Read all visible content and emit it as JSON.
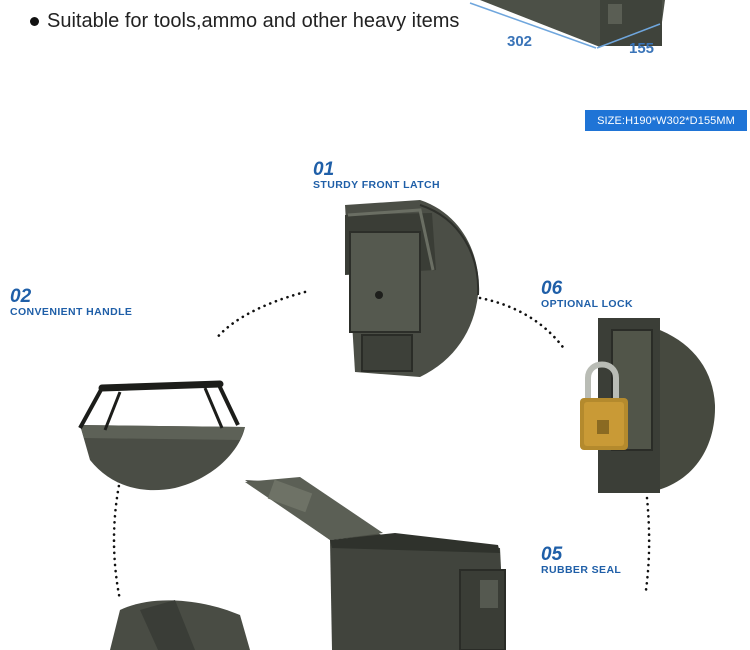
{
  "intro": {
    "bullet_text": "Suitable for tools,ammo and other heavy items"
  },
  "dimensions": {
    "width_label": "302",
    "depth_label": "155"
  },
  "size_badge": "SIZE:H190*W302*D155MM",
  "features": [
    {
      "number": "01",
      "label": "STURDY FRONT LATCH"
    },
    {
      "number": "02",
      "label": "CONVENIENT HANDLE"
    },
    {
      "number": "06",
      "label": "OPTIONAL LOCK"
    },
    {
      "number": "05",
      "label": "RUBBER SEAL"
    }
  ],
  "colors": {
    "accent_blue": "#1f5fa8",
    "badge_blue": "#1f74d6",
    "box_olive": "#4a4d44"
  }
}
